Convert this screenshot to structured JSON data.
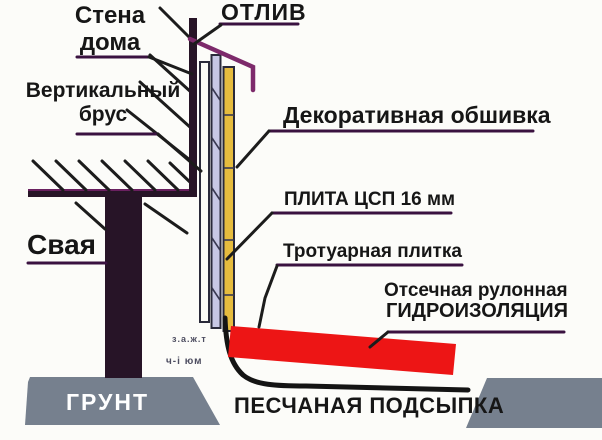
{
  "diagram": {
    "labels": {
      "wall_line1": "Стена",
      "wall_line2": "дома",
      "flashing": "ОТЛИВ",
      "beam_line1": "Вертикальный",
      "beam_line2": "брус",
      "cladding": "Декоративная обшивка",
      "csp_board": "ПЛИТА ЦСП  16 мм",
      "paving": "Тротуарная плитка",
      "waterproofing_line1": "Отсечная рулонная",
      "waterproofing_line2": "ГИДРОИЗОЛЯЦИЯ",
      "pile": "Свая",
      "ground": "ГРУНТ",
      "sand_bed": "ПЕСЧАНАЯ ПОДСЫПКА",
      "artifact_text_1": "з.а.ж.т",
      "artifact_text_2": "ч-і юм"
    },
    "colors": {
      "background": "#fcfcf9",
      "structure_dark": "#271427",
      "flashing_purple": "#7d2a6b",
      "underline_purple": "#3a1240",
      "leader_black": "#1c1c1c",
      "beam_white": "#fbfbf6",
      "csp_lavender": "#c7c7e4",
      "cladding_yellow": "#e6bc3e",
      "waterproofing_red": "#ed1515",
      "ground_gray": "#76808e",
      "ground_text": "#ffffff"
    }
  }
}
